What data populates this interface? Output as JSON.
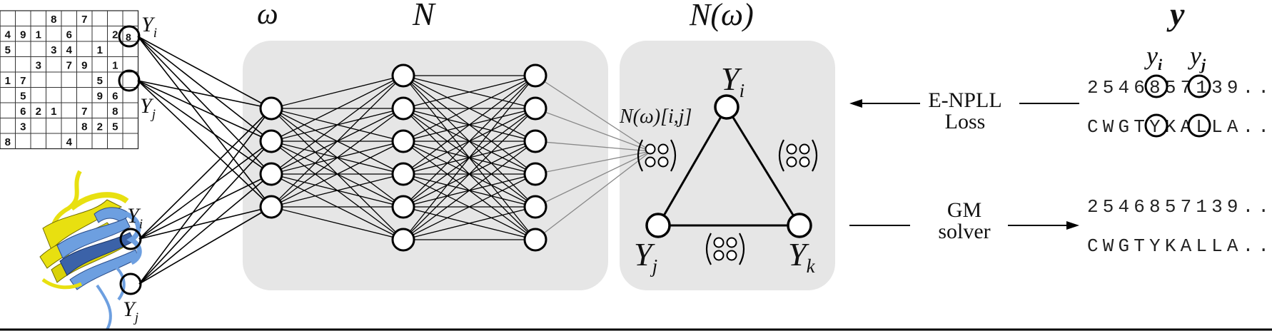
{
  "headers": {
    "omega": "ω",
    "network": "N",
    "network_of_omega": "N(ω)",
    "solution": "y"
  },
  "sudoku": {
    "cells": [
      [
        "",
        "",
        "",
        "8",
        "",
        "7",
        "",
        "",
        ""
      ],
      [
        "4",
        "9",
        "1",
        "",
        "6",
        "",
        "",
        "2",
        "8"
      ],
      [
        "5",
        "",
        "",
        "3",
        "4",
        "",
        "1",
        "",
        ""
      ],
      [
        "",
        "",
        "3",
        "",
        "7",
        "9",
        "",
        "1",
        ""
      ],
      [
        "1",
        "7",
        "",
        "",
        "",
        "",
        "5",
        "",
        ""
      ],
      [
        "",
        "5",
        "",
        "",
        "",
        "",
        "9",
        "6",
        ""
      ],
      [
        "",
        "6",
        "2",
        "1",
        "",
        "7",
        "",
        "8",
        ""
      ],
      [
        "",
        "3",
        "",
        "",
        "",
        "8",
        "2",
        "5",
        ""
      ],
      [
        "8",
        "",
        "",
        "",
        "4",
        "",
        "",
        "",
        ""
      ]
    ],
    "yi_label": "Y",
    "yi_sub": "i",
    "yj_label": "Y",
    "yj_sub": "j"
  },
  "protein": {
    "yi_label": "Y",
    "yi_sub": "i",
    "yj_label": "Y",
    "yj_sub": "j"
  },
  "graphical_model": {
    "node_i": "Y",
    "node_i_sub": "i",
    "node_j": "Y",
    "node_j_sub": "j",
    "node_k": "Y",
    "node_k_sub": "k",
    "cost_label": "N(ω)[i,j]"
  },
  "arrows": {
    "loss_line1": "E-NPLL",
    "loss_line2": "Loss",
    "solver_line1": "GM",
    "solver_line2": "solver"
  },
  "sequences": {
    "yi_label": "y",
    "yi_sub": "i",
    "yj_label": "y",
    "yj_sub": "j",
    "top_digits": "2546857139..",
    "top_protein": "CWGTYKALLA..",
    "bottom_digits": "2546857139..",
    "bottom_protein": "CWGTYKALLA.."
  },
  "colors": {
    "panel": "#e6e6e6",
    "protein_yellow": "#e8e010",
    "protein_blue": "#6d9fe0",
    "protein_dark_blue": "#3b62a8"
  }
}
